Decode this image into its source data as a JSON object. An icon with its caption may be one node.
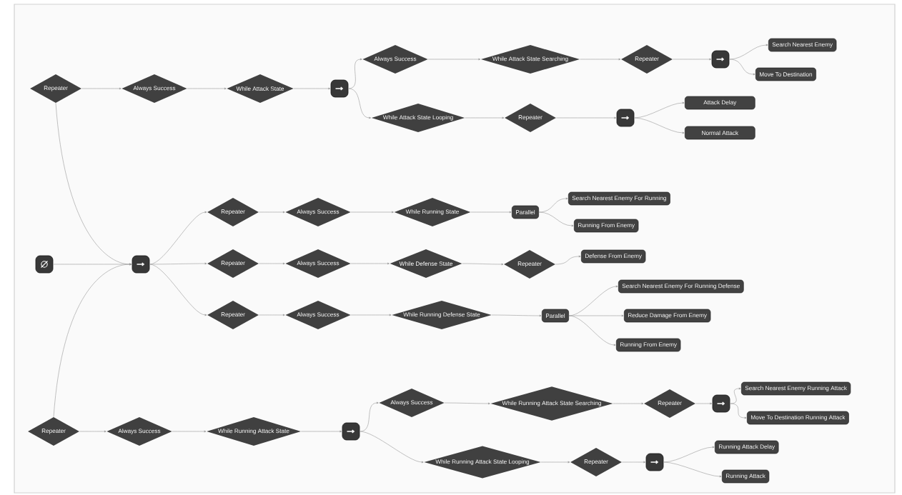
{
  "diagram": {
    "nodes": [
      {
        "text": [],
        "shape": "box"
      },
      {
        "text": [],
        "shape": "box"
      },
      {
        "text": [
          "Repeater"
        ]
      },
      {
        "text": [
          "Always Success"
        ]
      },
      {
        "text": [
          "While Attack State"
        ]
      },
      {
        "text": [],
        "shape": "box"
      },
      {
        "text": [
          "Always Success"
        ]
      },
      {
        "text": [
          "While Attack State Searching"
        ]
      },
      {
        "text": [
          "Repeater"
        ]
      },
      {
        "text": [],
        "shape": "box"
      },
      {
        "text": [
          "Search Nearest Enemy"
        ]
      },
      {
        "text": [
          "Move To Destination"
        ]
      },
      {
        "text": [
          "While Attack State Looping"
        ]
      },
      {
        "text": [
          "Repeater"
        ]
      },
      {
        "text": [],
        "shape": "box"
      },
      {
        "text": [
          "Attack Delay"
        ]
      },
      {
        "text": [
          "Normal Attack"
        ]
      },
      {
        "text": [
          "Repeater"
        ]
      },
      {
        "text": [
          "Always Success"
        ]
      },
      {
        "text": [
          "While Running State"
        ]
      },
      {
        "text": [
          "Parallel"
        ]
      },
      {
        "text": [
          "Search Nearest Enemy For Running"
        ]
      },
      {
        "text": [
          "Running From Enemy"
        ]
      },
      {
        "text": [
          "Repeater"
        ]
      },
      {
        "text": [
          "Always Success"
        ]
      },
      {
        "text": [
          "While Defense State"
        ]
      },
      {
        "text": [
          "Repeater"
        ]
      },
      {
        "text": [
          "Defense From Enemy"
        ]
      },
      {
        "text": [
          "Repeater"
        ]
      },
      {
        "text": [
          "Always Success"
        ]
      },
      {
        "text": [
          "While Running Defense State"
        ]
      },
      {
        "text": [
          "Parallel"
        ]
      },
      {
        "text": [
          "Search Nearest Enemy For Running Defense"
        ]
      },
      {
        "text": [
          "Reduce Damage From Enemy"
        ]
      },
      {
        "text": [
          "Running From Enemy"
        ]
      },
      {
        "text": [
          "Repeater"
        ]
      },
      {
        "text": [
          "Always Success"
        ]
      },
      {
        "text": [
          "While Running Attack State"
        ]
      },
      {
        "text": [],
        "shape": "box"
      },
      {
        "text": [
          "Always Success"
        ]
      },
      {
        "text": [
          "While Running Attack State Searching"
        ]
      },
      {
        "text": [
          "Repeater"
        ]
      },
      {
        "text": [],
        "shape": "box"
      },
      {
        "text": [
          "Search Nearest Enemy Running Attack"
        ]
      },
      {
        "text": [
          "Move To Destination Running Attack"
        ]
      },
      {
        "text": [
          "While Running Attack State Looping"
        ]
      },
      {
        "text": [
          "Repeater"
        ]
      },
      {
        "text": [],
        "shape": "box"
      },
      {
        "text": [
          "Running Attack Delay"
        ]
      },
      {
        "text": [
          "Running Attack"
        ]
      }
    ],
    "edges": [
      {
        "from": 0,
        "to": 1,
        "arrow": "to"
      },
      {
        "from": 2,
        "to": 1,
        "arrow": "to"
      },
      {
        "from": 35,
        "to": 1,
        "arrow": "to"
      },
      {
        "from": 2,
        "to": 3,
        "arrow": "to"
      },
      {
        "from": 3,
        "to": 4,
        "arrow": "to"
      },
      {
        "from": 4,
        "to": 5,
        "arrow": "to"
      },
      {
        "from": 5,
        "to": 6,
        "arrow": "to"
      },
      {
        "from": 5,
        "to": 12,
        "arrow": "to"
      },
      {
        "from": 6,
        "to": 7,
        "arrow": "to"
      },
      {
        "from": 7,
        "to": 8,
        "arrow": "to"
      },
      {
        "from": 8,
        "to": 9,
        "arrow": "to"
      },
      {
        "from": 9,
        "to": 10,
        "arrow": "to"
      },
      {
        "from": 9,
        "to": 11,
        "arrow": "to"
      },
      {
        "from": 12,
        "to": 13,
        "arrow": "to"
      },
      {
        "from": 13,
        "to": 14,
        "arrow": "to"
      },
      {
        "from": 14,
        "to": 15,
        "arrow": "to"
      },
      {
        "from": 14,
        "to": 16,
        "arrow": "to"
      },
      {
        "from": 1,
        "to": 17,
        "arrow": "to"
      },
      {
        "from": 1,
        "to": 23,
        "arrow": "to"
      },
      {
        "from": 1,
        "to": 28,
        "arrow": "to"
      },
      {
        "from": 17,
        "to": 18,
        "arrow": "to"
      },
      {
        "from": 18,
        "to": 19,
        "arrow": "to"
      },
      {
        "from": 19,
        "to": 20,
        "arrow": "to"
      },
      {
        "from": 20,
        "to": 21,
        "arrow": "to"
      },
      {
        "from": 20,
        "to": 22,
        "arrow": "to"
      },
      {
        "from": 23,
        "to": 24,
        "arrow": "to"
      },
      {
        "from": 24,
        "to": 25,
        "arrow": "to"
      },
      {
        "from": 25,
        "to": 26,
        "arrow": "to"
      },
      {
        "from": 26,
        "to": 27,
        "arrow": "to"
      },
      {
        "from": 28,
        "to": 29,
        "arrow": "to"
      },
      {
        "from": 29,
        "to": 30,
        "arrow": "to"
      },
      {
        "from": 30,
        "to": 31,
        "arrow": "to"
      },
      {
        "from": 31,
        "to": 32,
        "arrow": "to"
      },
      {
        "from": 31,
        "to": 33,
        "arrow": "to"
      },
      {
        "from": 31,
        "to": 34,
        "arrow": "to"
      },
      {
        "from": 35,
        "to": 36,
        "arrow": "to"
      },
      {
        "from": 36,
        "to": 37,
        "arrow": "to"
      },
      {
        "from": 37,
        "to": 38,
        "arrow": "to"
      },
      {
        "from": 38,
        "to": 39,
        "arrow": "to"
      },
      {
        "from": 38,
        "to": 45,
        "arrow": "to"
      },
      {
        "from": 39,
        "to": 40,
        "arrow": "to"
      },
      {
        "from": 40,
        "to": 41,
        "arrow": "to"
      },
      {
        "from": 41,
        "to": 42,
        "arrow": "to"
      },
      {
        "from": 42,
        "to": 43,
        "arrow": "to"
      },
      {
        "from": 42,
        "to": 44,
        "arrow": "to"
      },
      {
        "from": 45,
        "to": 46,
        "arrow": "to"
      },
      {
        "from": 46,
        "to": 47,
        "arrow": "to"
      },
      {
        "from": 47,
        "to": 48,
        "arrow": "to"
      },
      {
        "from": 47,
        "to": 49,
        "arrow": "to"
      }
    ]
  }
}
